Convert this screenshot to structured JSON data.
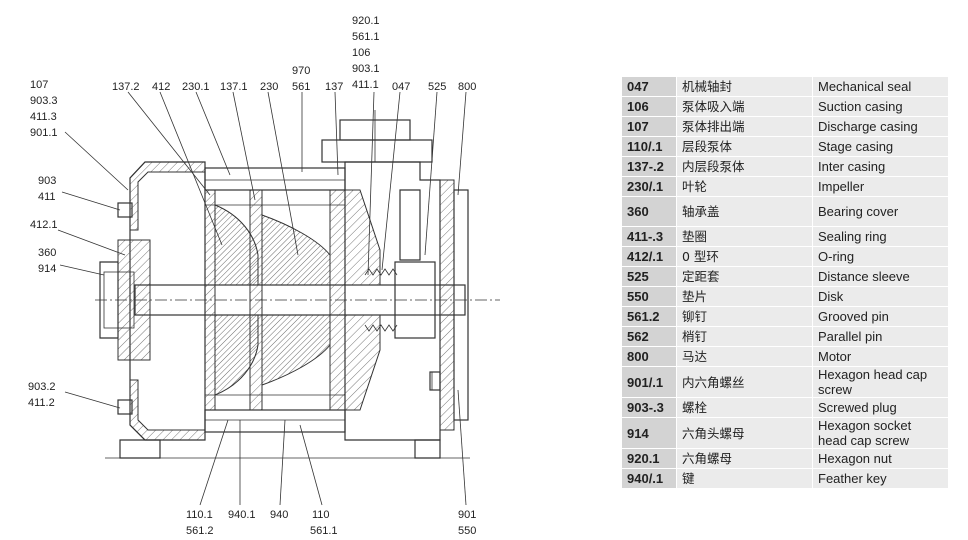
{
  "callouts": {
    "top_stack_a": [
      "920.1",
      "561.1",
      "106",
      "903.1",
      "411.1"
    ],
    "top_970": [
      "970",
      "561"
    ],
    "top_row": [
      "137.2",
      "412",
      "230.1",
      "137.1",
      "230",
      "137",
      "047",
      "525",
      "800"
    ],
    "left_107": [
      "107",
      "903.3",
      "411.3",
      "901.1"
    ],
    "left_903": [
      "903",
      "411"
    ],
    "left_412": "412.1",
    "left_360": [
      "360",
      "914"
    ],
    "left_9032": [
      "903.2",
      "411.2"
    ],
    "bottom": [
      "110.1",
      "561.2",
      "940.1",
      "940",
      "110",
      "561.1"
    ],
    "right_bottom": [
      "901",
      "550"
    ]
  },
  "legend": [
    {
      "code": "047",
      "cn": "机械轴封",
      "en": "Mechanical seal"
    },
    {
      "code": "106",
      "cn": "泵体吸入端",
      "en": "Suction casing"
    },
    {
      "code": "107",
      "cn": "泵体排出端",
      "en": "Discharge casing"
    },
    {
      "code": "110/.1",
      "cn": "层段泵体",
      "en": "Stage casing"
    },
    {
      "code": "137-.2",
      "cn": "内层段泵体",
      "en": "Inter casing"
    },
    {
      "code": "230/.1",
      "cn": "叶轮",
      "en": "Impeller"
    },
    {
      "code": "360",
      "cn": "轴承盖",
      "en": "Bearing cover"
    },
    {
      "code": "411-.3",
      "cn": "垫圈",
      "en": "Sealing ring"
    },
    {
      "code": "412/.1",
      "cn": "0 型环",
      "en": "O-ring"
    },
    {
      "code": "525",
      "cn": "定距套",
      "en": "Distance sleeve"
    },
    {
      "code": "550",
      "cn": "垫片",
      "en": "Disk"
    },
    {
      "code": "561.2",
      "cn": "铆钉",
      "en": "Grooved pin"
    },
    {
      "code": "562",
      "cn": "梢钉",
      "en": "Parallel pin"
    },
    {
      "code": "800",
      "cn": "马达",
      "en": "Motor"
    },
    {
      "code": "901/.1",
      "cn": "内六角螺丝",
      "en": "Hexagon head cap screw"
    },
    {
      "code": "903-.3",
      "cn": "螺栓",
      "en": "Screwed plug"
    },
    {
      "code": "914",
      "cn": "六角头螺母",
      "en": "Hexagon socket head cap screw"
    },
    {
      "code": "920.1",
      "cn": "六角螺母",
      "en": "Hexagon nut"
    },
    {
      "code": "940/.1",
      "cn": "键",
      "en": "Feather key"
    }
  ]
}
